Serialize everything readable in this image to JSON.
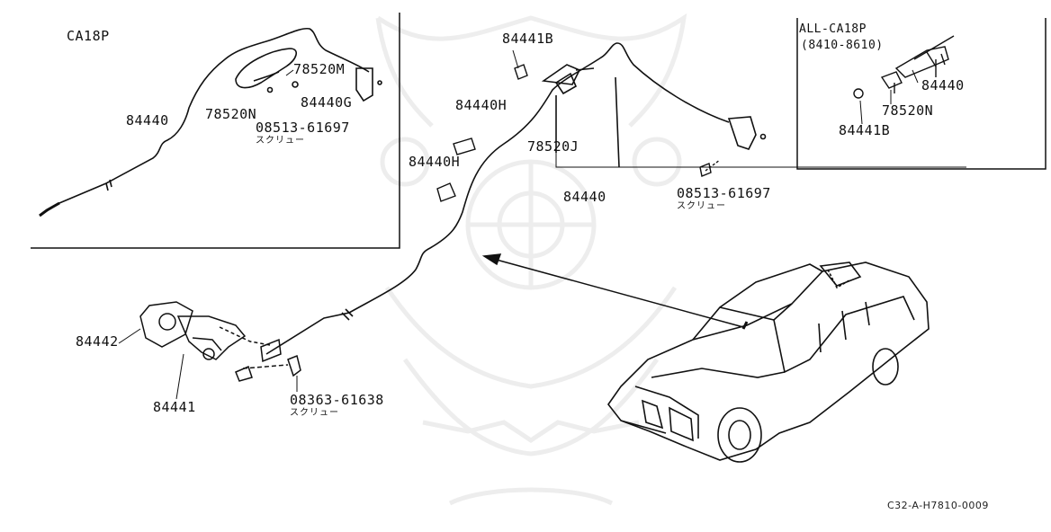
{
  "diagram": {
    "inset_left_title": "CA18P",
    "inset_right_title_1": "ALL-CA18P",
    "inset_right_title_2": "(8410-8610)",
    "watermark_icon": "samurai-mask-watermark-icon",
    "labels": {
      "p84440_left": "84440",
      "p78520M": "78520M",
      "p84440G": "84440G",
      "p78520N_left": "78520N",
      "p08513_left": "08513-61697",
      "screw_left": "スクリュー",
      "p84441B_top": "84441B",
      "p84440H_a": "84440H",
      "p84440H_b": "84440H",
      "p78520J": "78520J",
      "p84440_center": "84440",
      "p08513_right": "08513-61697",
      "screw_right": "スクリュー",
      "p84440_right": "84440",
      "p78520N_right": "78520N",
      "p84441B_right": "84441B",
      "p84442": "84442",
      "p84441": "84441",
      "p08363": "08363-61638",
      "screw_bottom": "スクリュー"
    },
    "diagram_code": "C32-A-H7810-0009"
  }
}
